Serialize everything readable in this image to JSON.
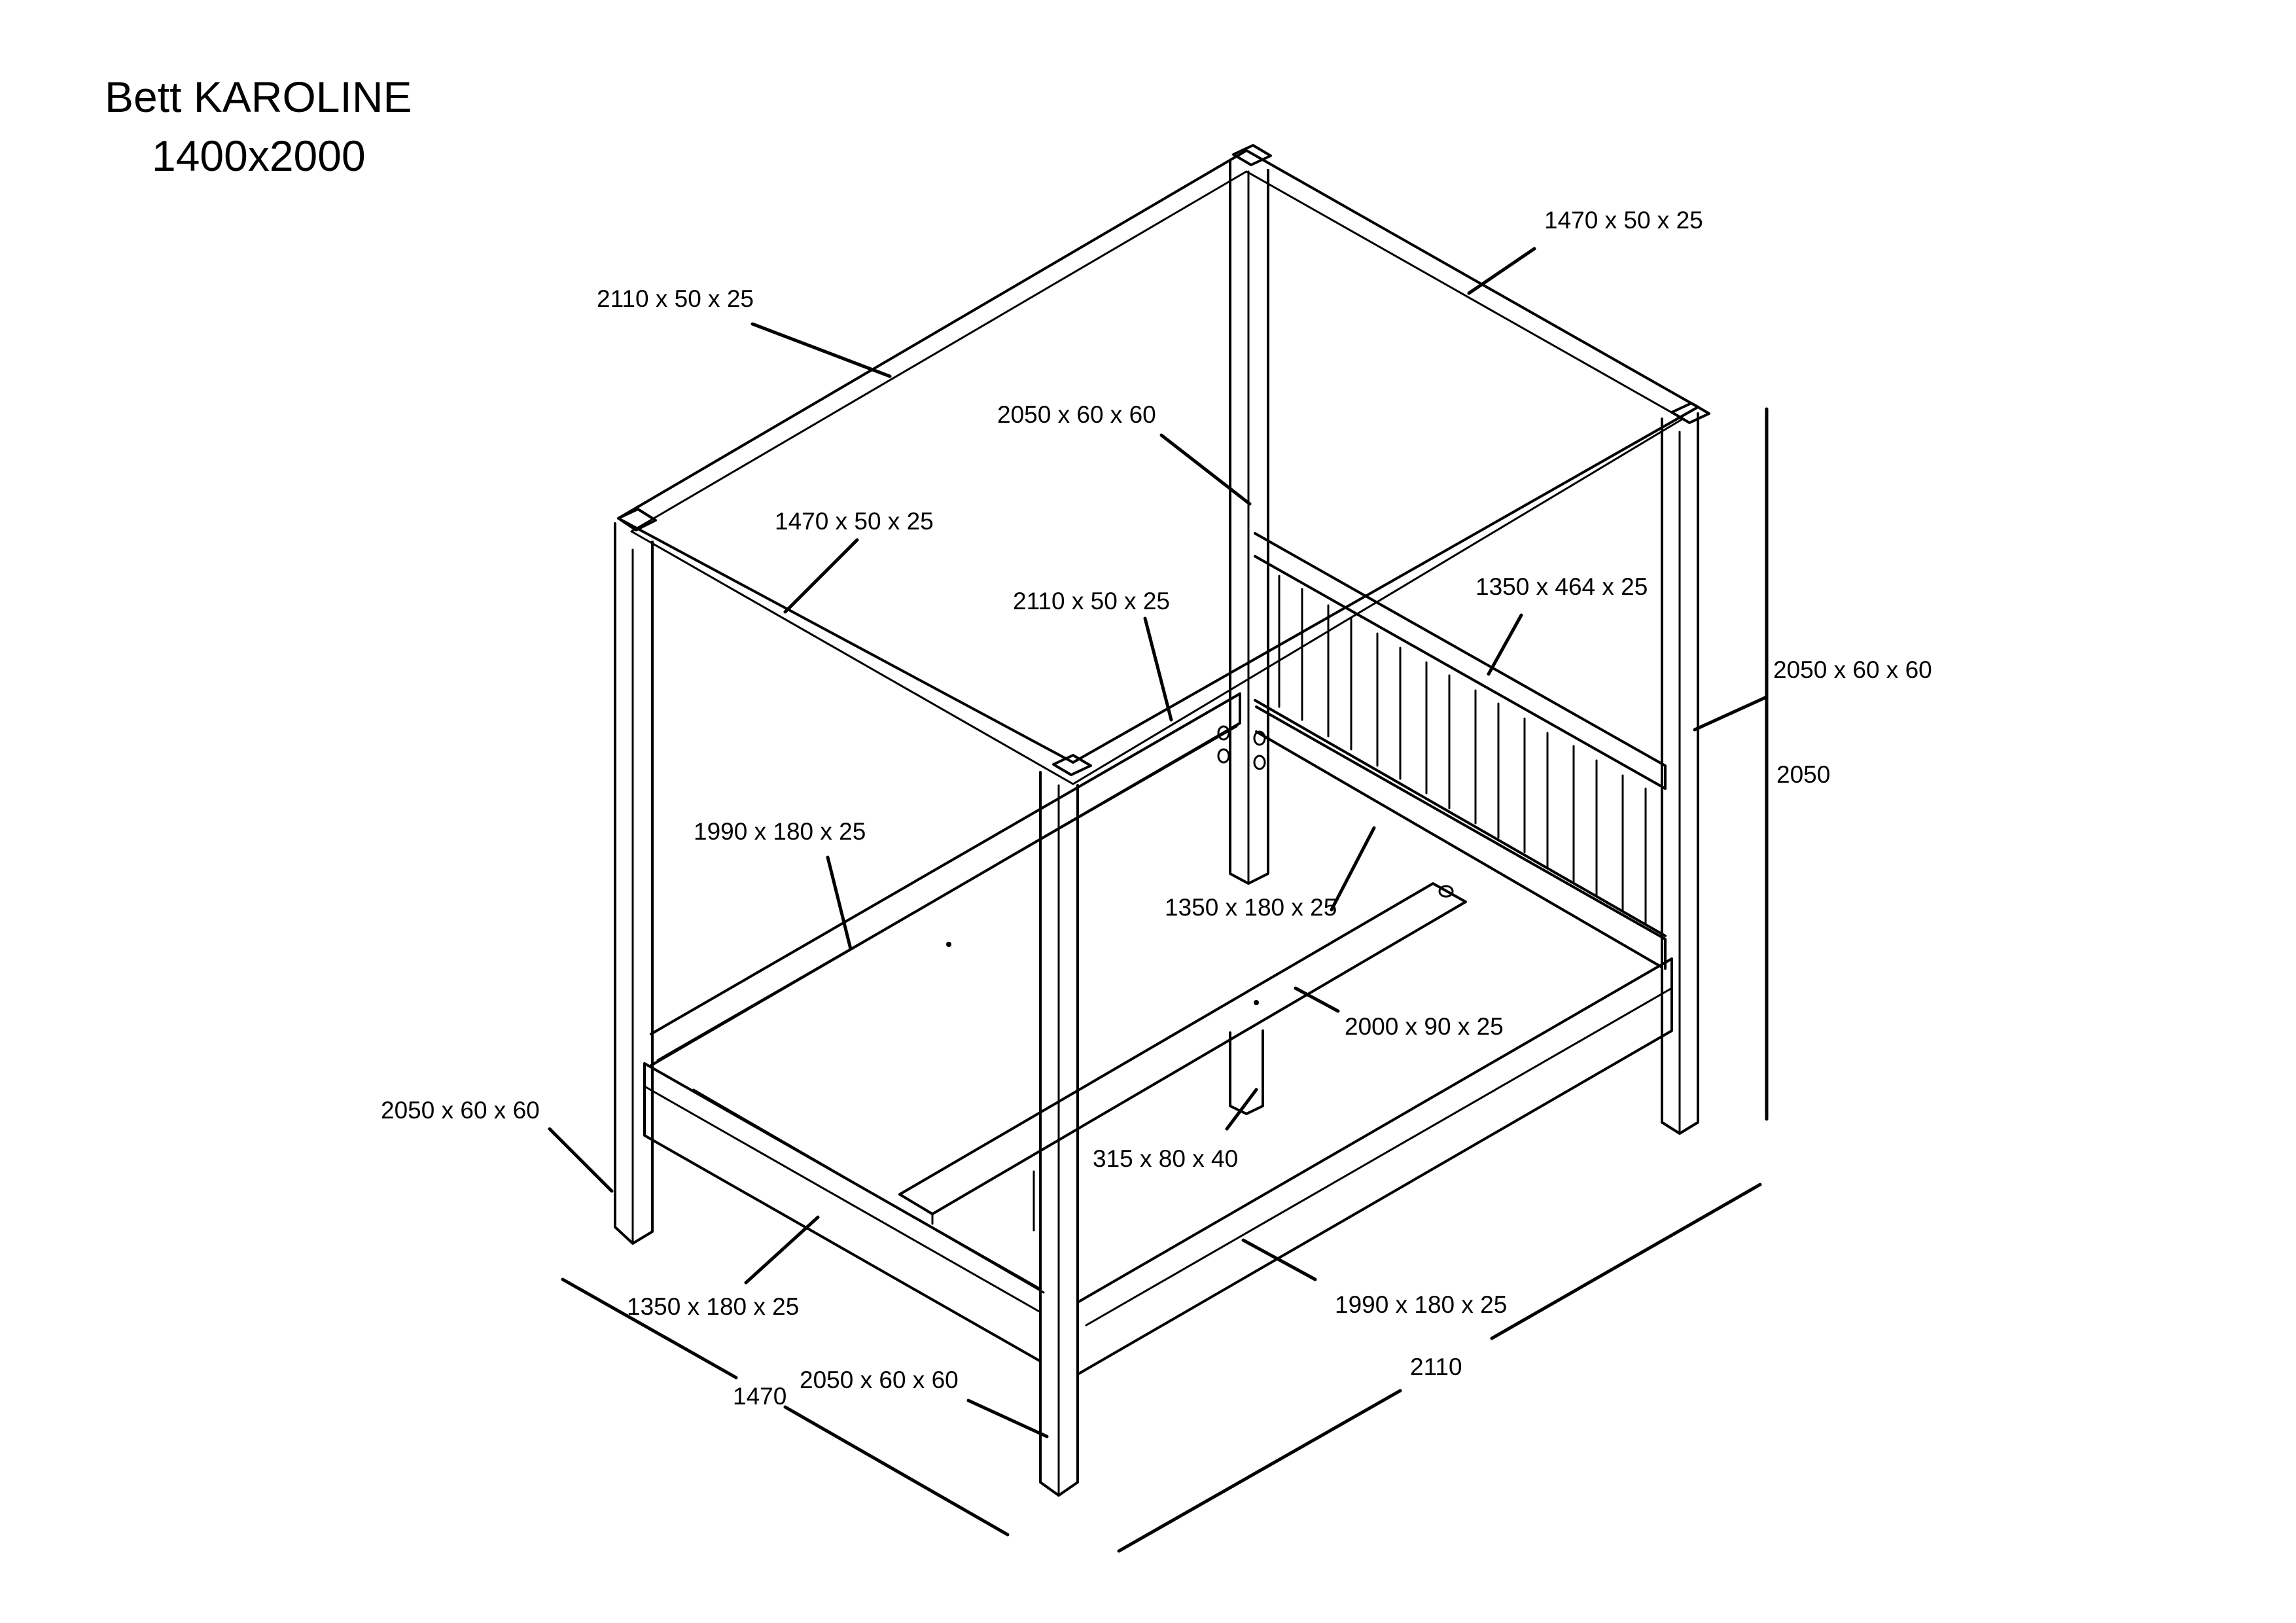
{
  "title": {
    "line1": "Bett KAROLINE",
    "line2": "1400x2000"
  },
  "dimensions": {
    "top_back_rail": "1470 x 50 x 25",
    "top_left_rail": "2110 x 50 x 25",
    "back_post_inner": "2050 x 60 x 60",
    "top_front_rail": "1470 x 50 x 25",
    "top_right_rail": "2110 x 50 x 25",
    "headboard": "1350 x 464 x 25",
    "back_right_post": "2050 x 60 x 60",
    "overall_height": "2050",
    "left_side_rail": "1990 x 180 x 25",
    "head_rail": "1350 x 180 x 25",
    "center_beam": "2000 x 90 x 25",
    "center_leg": "315 x 80 x 40",
    "front_left_post": "2050 x 60 x 60",
    "foot_rail": "1350 x 180 x 25",
    "right_side_rail": "1990 x 180 x 25",
    "front_right_post": "2050 x 60 x 60",
    "overall_width": "1470",
    "overall_length": "2110"
  }
}
